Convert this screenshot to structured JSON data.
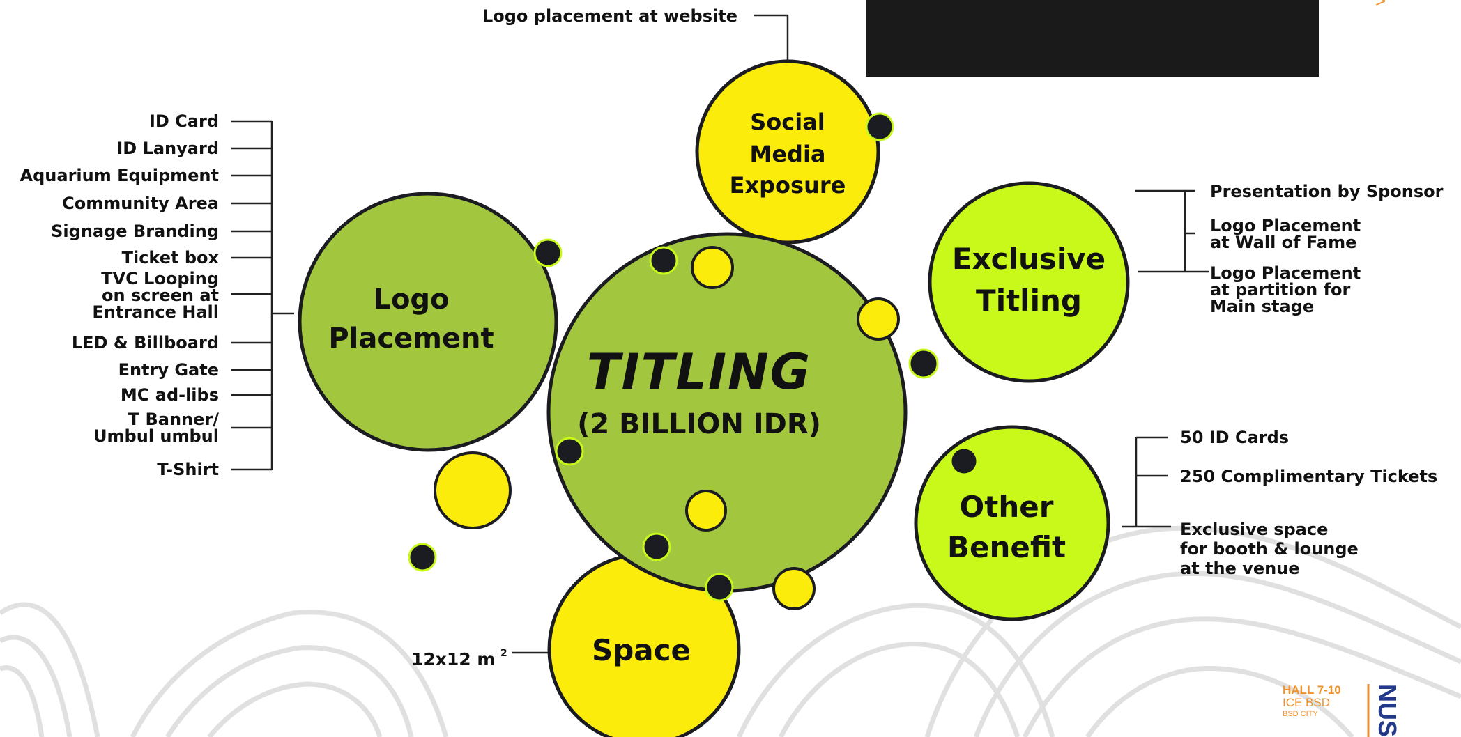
{
  "colors": {
    "green": "#a2c63e",
    "lime": "#c9f91a",
    "yellow": "#fcec0c",
    "dark": "#1b1b22",
    "black_box": "#1a1a1a",
    "orange": "#f0902a",
    "navy": "#233a8a"
  },
  "top_label": "Logo placement at website",
  "center": {
    "title": "TITLING",
    "price": "(2 BILLION IDR)"
  },
  "social": {
    "lines": [
      "Social",
      "Media",
      "Exposure"
    ]
  },
  "logo_placement": {
    "lines": [
      "Logo",
      "Placement"
    ],
    "items": [
      [
        "ID Card"
      ],
      [
        "ID Lanyard"
      ],
      [
        "Aquarium Equipment"
      ],
      [
        "Community Area"
      ],
      [
        "Signage Branding"
      ],
      [
        "Ticket box"
      ],
      [
        "TVC Looping",
        "on screen at",
        "Entrance Hall"
      ],
      [
        "LED & Billboard"
      ],
      [
        "Entry Gate"
      ],
      [
        "MC ad-libs"
      ],
      [
        "T Banner/",
        "Umbul umbul"
      ],
      [
        "T-Shirt"
      ]
    ]
  },
  "exclusive_titling": {
    "lines": [
      "Exclusive",
      "Titling"
    ],
    "items": [
      [
        "Presentation by Sponsor"
      ],
      [
        "Logo Placement",
        "at Wall of Fame"
      ],
      [
        "Logo Placement",
        "at partition for",
        "Main stage"
      ]
    ]
  },
  "other_benefit": {
    "lines": [
      "Other",
      "Benefit"
    ],
    "items": [
      [
        "50 ID Cards"
      ],
      [
        "250 Complimentary Tickets"
      ],
      [
        "Exclusive space",
        "for booth & lounge",
        "at the  venue"
      ]
    ]
  },
  "space": {
    "label": "Space",
    "size": "12x12  m",
    "unit_sup": "2"
  },
  "corner_logo": {
    "hall": "HALL 7-10",
    "venue": "ICE BSD",
    "city": "BSD CITY",
    "brand": "NUS"
  },
  "corner_glyph": ">"
}
